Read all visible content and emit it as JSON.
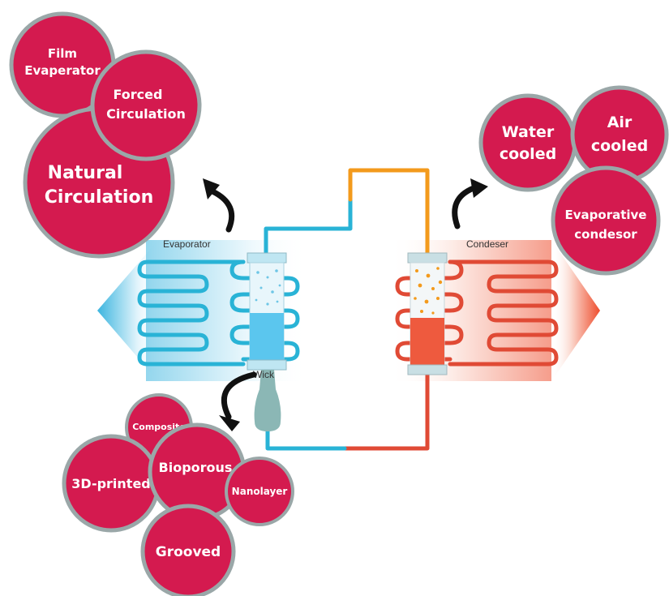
{
  "colors": {
    "bubble_fill": "#d41a4f",
    "bubble_stroke": "#9aa7a8",
    "pipe_blue": "#29b3d6",
    "pipe_orange": "#f39a1c",
    "pipe_red": "#e04a35",
    "liquid_blue": "#5bc6ee",
    "liquid_red": "#ee5a3e",
    "wick": "#8bb7b5",
    "arrow": "#111111"
  },
  "evaporator_options": {
    "film_evaporator": [
      "Film",
      "Evaperator"
    ],
    "forced_circulation": [
      "Forced",
      "Circulation"
    ],
    "natural_circulation": [
      "Natural",
      "Circulation"
    ]
  },
  "condenser_options": {
    "water_cooled": [
      "Water",
      "cooled"
    ],
    "air_cooled": [
      "Air",
      "cooled"
    ],
    "evaporative_condenser": [
      "Evaporative",
      "condesor"
    ]
  },
  "wick_options": {
    "composite": "Composite",
    "three_d_printed": "3D-printed",
    "bioporous": "Bioporous",
    "nanolayer": "Nanolayer",
    "grooved": "Grooved"
  },
  "labels": {
    "evaporator": "Evaporator",
    "condenser": "Condeser",
    "wick": "Wick"
  }
}
